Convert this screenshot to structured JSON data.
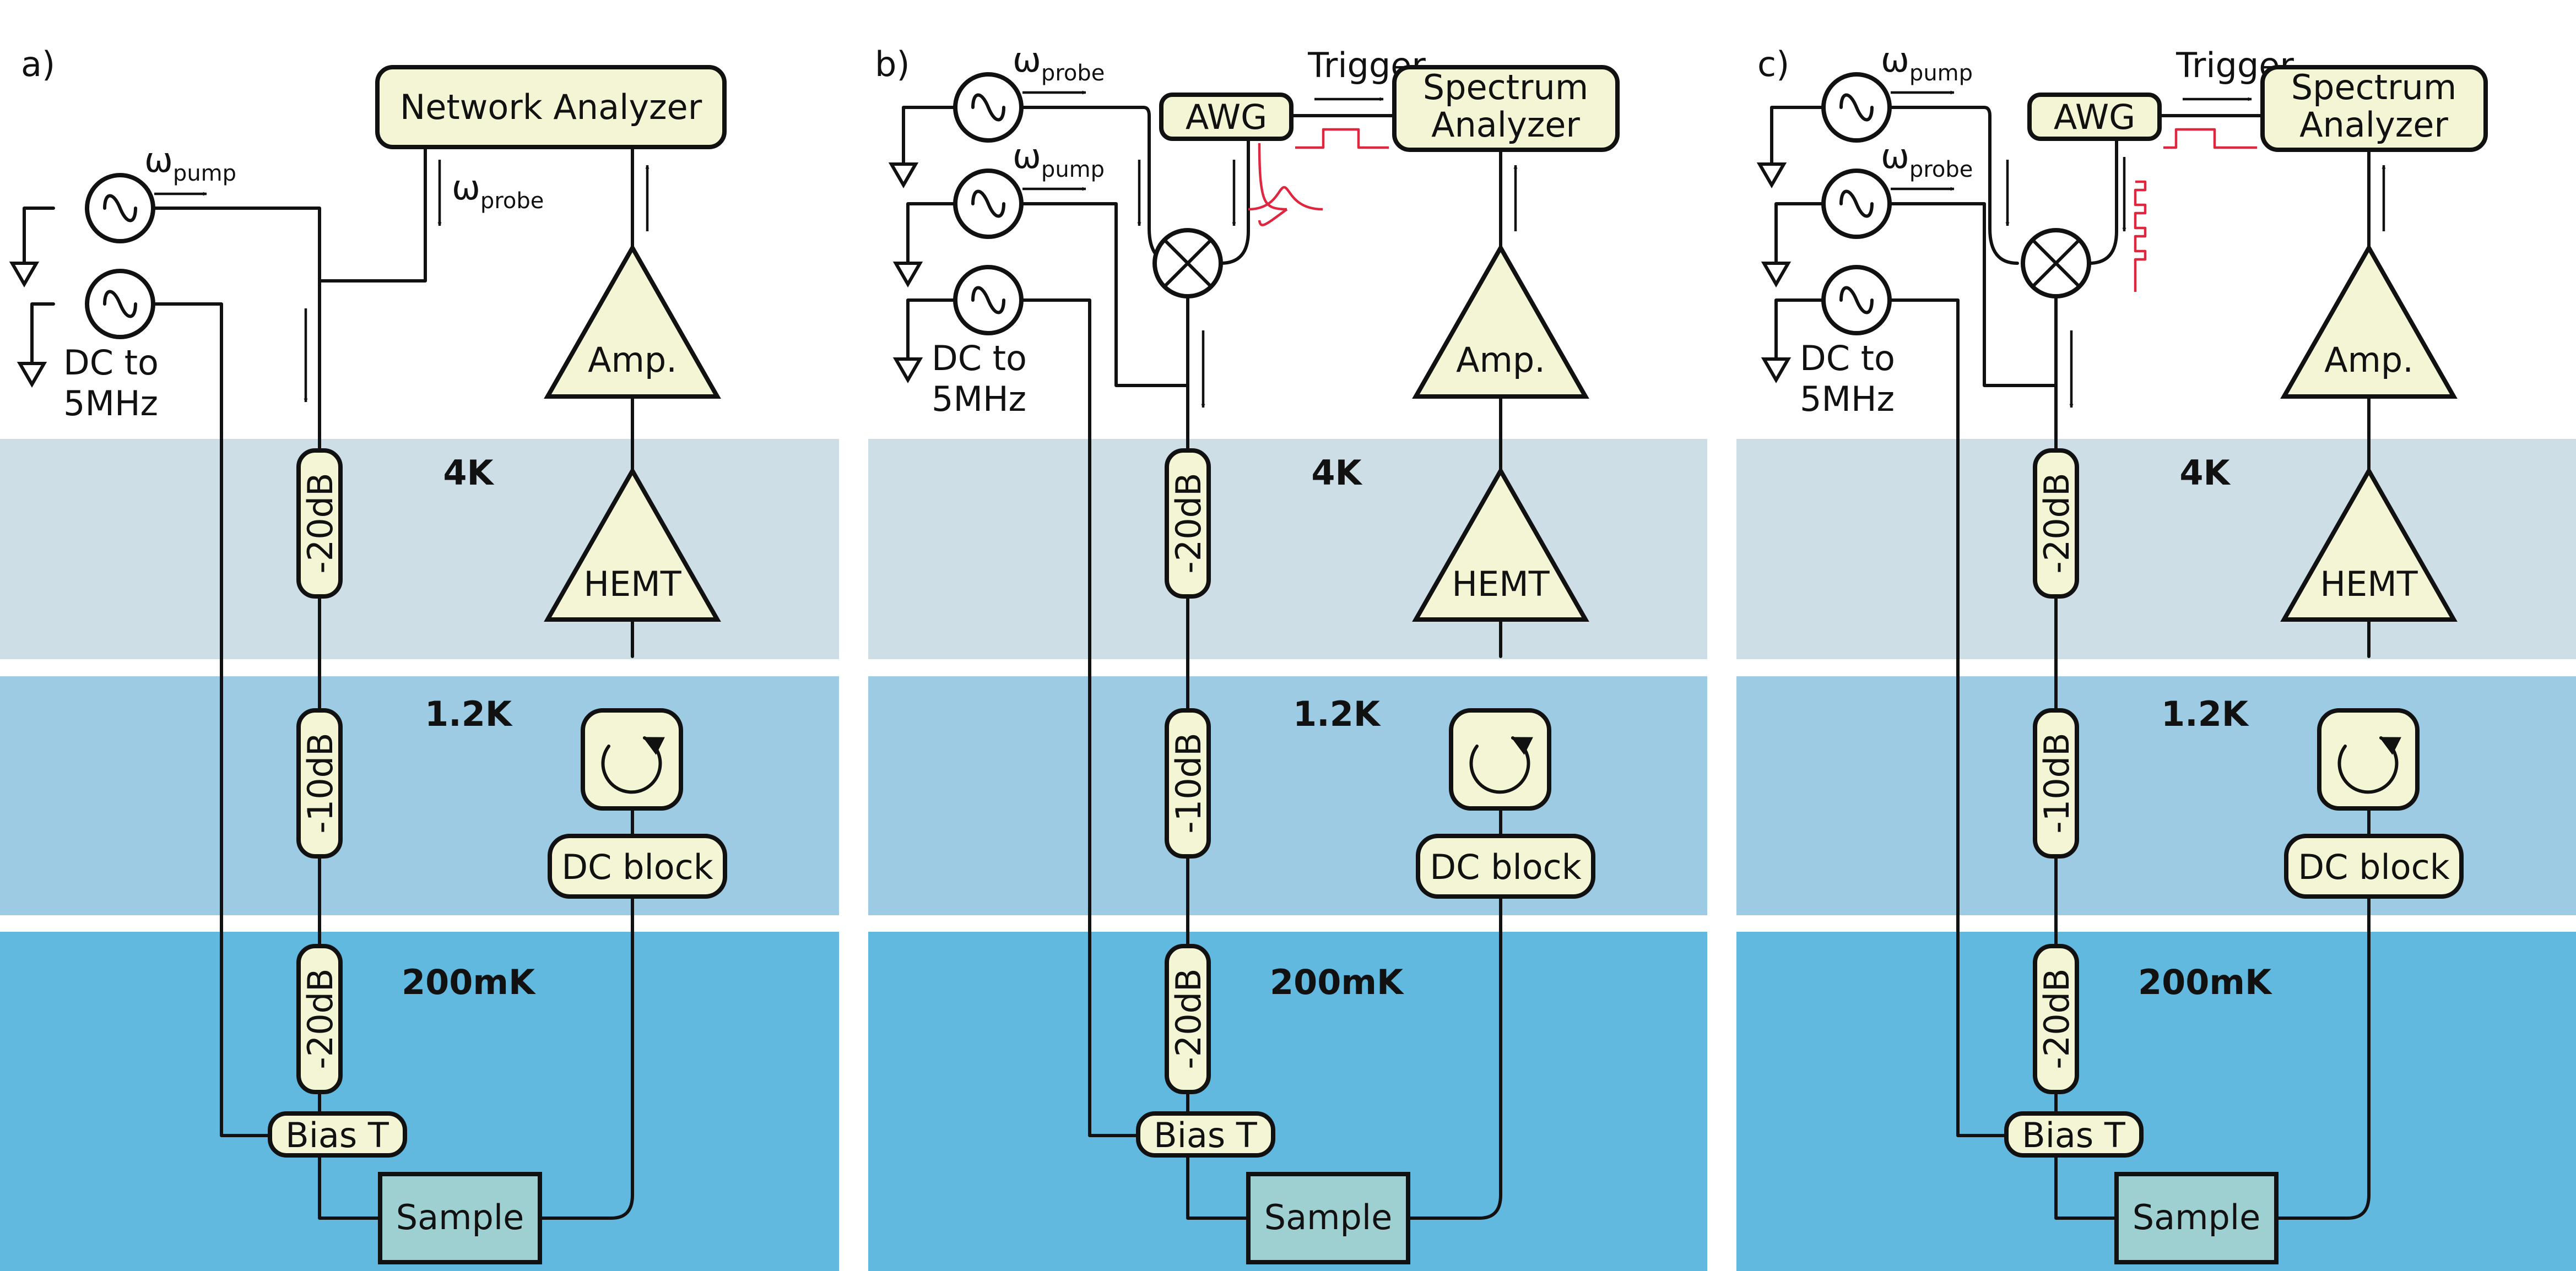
{
  "stages": {
    "s4k": "4K",
    "s1k2": "1.2K",
    "s200mk": "200mK"
  },
  "colors": {
    "band_4k": "#cddee7",
    "band_1k2": "#9ccbe3",
    "band_200mk": "#62b9e0",
    "box_fill": "#f3f5d4",
    "sample_fill": "#9ed0d1",
    "pulse": "#e0263f"
  },
  "common": {
    "amp": "Amp.",
    "hemt": "HEMT",
    "dc_block": "DC block",
    "bias_t": "Bias T",
    "sample": "Sample",
    "att_top": "-20dB",
    "att_mid": "-10dB",
    "att_bot": "-20dB",
    "dc_source": [
      "DC to",
      "5MHz"
    ],
    "omega": "ω"
  },
  "panels": [
    {
      "label": "a)",
      "instrument": "Network Analyzer",
      "src1_sub": "pump",
      "src2_sub": "probe"
    },
    {
      "label": "b)",
      "instrument": [
        "Spectrum",
        "Analyzer"
      ],
      "awg": "AWG",
      "trigger": "Trigger",
      "src1_sub": "probe",
      "src2_sub": "pump"
    },
    {
      "label": "c)",
      "instrument": [
        "Spectrum",
        "Analyzer"
      ],
      "awg": "AWG",
      "trigger": "Trigger",
      "src1_sub": "pump",
      "src2_sub": "probe"
    }
  ],
  "icons": [
    "sine-source-icon",
    "ground-icon",
    "mixer-icon",
    "circulator-icon",
    "signal-arrow-icon",
    "gaussian-pulse-icon",
    "pulse-train-icon"
  ]
}
